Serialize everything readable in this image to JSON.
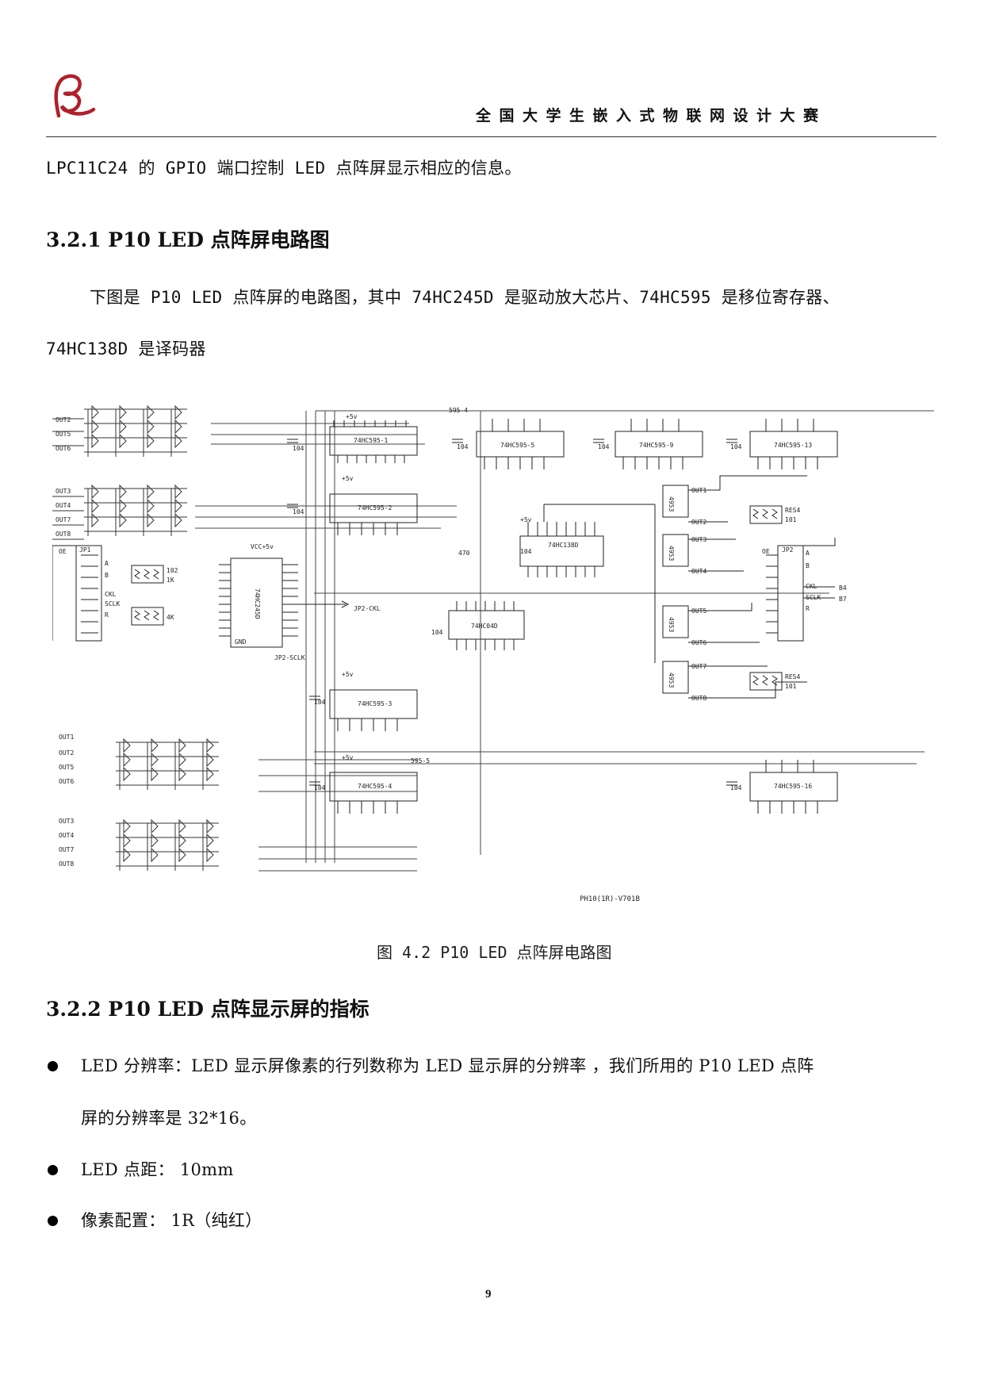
{
  "header": {
    "title": "全国大学生嵌入式物联网设计大赛"
  },
  "intro_line": "LPC11C24 的 GPIO 端口控制 LED 点阵屏显示相应的信息。",
  "section_321": {
    "heading": "3.2.1 P10 LED 点阵屏电路图",
    "para_line1": "下图是 P10 LED 点阵屏的电路图，其中  74HC245D 是驱动放大芯片、74HC595 是移位寄存器、",
    "para_line2": "74HC138D 是译码器"
  },
  "figure": {
    "caption": "图 4.2   P10 LED 点阵屏电路图",
    "chips": {
      "u595_1": "74HC595-1",
      "u595_2": "74HC595-2",
      "u595_3": "74HC595-3",
      "u595_4": "74HC595-4",
      "u595_5": "74HC595-5",
      "u595_9": "74HC595-9",
      "u595_13": "74HC595-13",
      "u595_16": "74HC595-16",
      "u245": "74HC245D",
      "u138": "74HC138D",
      "u04": "74HC04D",
      "u4953": "4953"
    },
    "labels": {
      "jp1": "JP1",
      "jp2": "JP2",
      "oe": "OE",
      "a": "A",
      "b": "B",
      "ckl": "CKL",
      "sclk": "SCLK",
      "r": "R",
      "res_102": "102",
      "res_1k": "1K",
      "res_4k": "4K",
      "res_a": "RES4",
      "res_a_val": "101",
      "res_b": "RES4",
      "res_b_val": "101",
      "c104": "104",
      "c470": "470",
      "vcc": "VCC+5v",
      "plus5v": "+5v",
      "jp2_ckl": "JP2-CKL",
      "jp2_sclk": "JP2-SCLK",
      "s595_4": "595-4",
      "s595_5": "595-5",
      "gnd": "GND",
      "board_id": "PH10(1R)-V701B",
      "b4": "B4",
      "b7": "B7"
    },
    "out_groups": [
      [
        "OUT2",
        "OUT5",
        "OUT6"
      ],
      [
        "OUT3",
        "OUT4",
        "OUT7",
        "OUT8"
      ],
      [
        "OUT1",
        "OUT2",
        "OUT5",
        "OUT6"
      ],
      [
        "OUT3",
        "OUT4",
        "OUT7",
        "OUT8"
      ]
    ],
    "mosfet_outs": [
      "OUT1",
      "OUT2",
      "OUT3",
      "OUT4",
      "OUT5",
      "OUT6",
      "OUT7",
      "OUT8"
    ]
  },
  "section_322": {
    "heading": "3.2.2 P10 LED 点阵显示屏的指标",
    "bullets": [
      {
        "line1": "LED 分辨率：LED 显示屏像素的行列数称为 LED 显示屏的分辨率 ，我们所用的 P10 LED 点阵",
        "line2": "屏的分辨率是 32*16。"
      },
      {
        "line1": "LED 点距：  10mm"
      },
      {
        "line1": "像素配置：  1R（纯红）"
      }
    ]
  },
  "page_number": "9",
  "colors": {
    "logo": "#b0202a",
    "text": "#111111"
  }
}
